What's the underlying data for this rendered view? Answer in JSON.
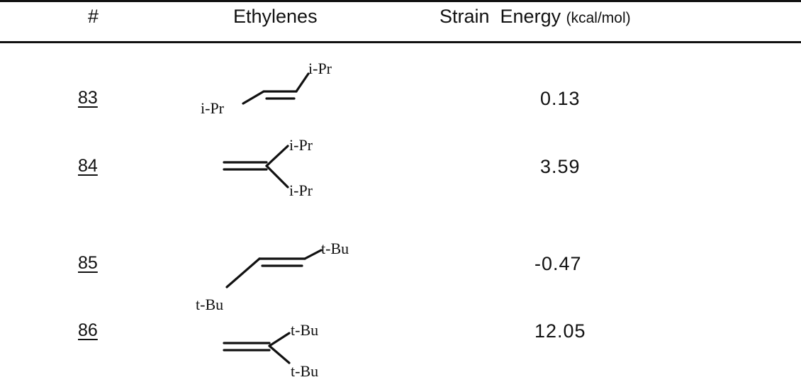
{
  "table": {
    "headers": {
      "number": "#",
      "compound": "Ethylenes",
      "energy": "Strain  Energy",
      "energy_unit": "(kcal/mol)"
    },
    "rows": [
      {
        "number": "83",
        "substituents": [
          "i-Pr",
          "i-Pr"
        ],
        "geometry": "trans-disubstituted",
        "strain_energy": "0.13"
      },
      {
        "number": "84",
        "substituents": [
          "i-Pr",
          "i-Pr"
        ],
        "geometry": "1,1-disubstituted",
        "strain_energy": "3.59"
      },
      {
        "number": "85",
        "substituents": [
          "t-Bu",
          "t-Bu"
        ],
        "geometry": "trans-disubstituted",
        "strain_energy": "-0.47"
      },
      {
        "number": "86",
        "substituents": [
          "t-Bu",
          "t-Bu"
        ],
        "geometry": "1,1-disubstituted",
        "strain_energy": "12.05"
      }
    ]
  }
}
